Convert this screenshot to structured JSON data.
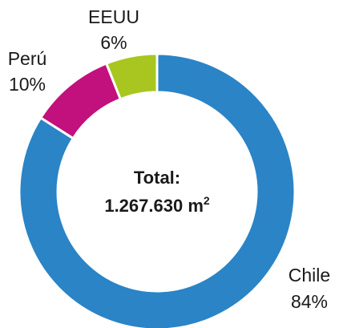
{
  "chart_data": {
    "type": "pie",
    "style": "donut",
    "categories": [
      "Chile",
      "Perú",
      "EEUU"
    ],
    "values": [
      84,
      10,
      6
    ],
    "value_labels": [
      "84%",
      "10%",
      "6%"
    ],
    "colors": [
      "#2a84c6",
      "#c2107d",
      "#a8c61f"
    ],
    "center": {
      "line1": "Total:",
      "line2": "1.267.630 m",
      "line2_sup": "2"
    }
  }
}
